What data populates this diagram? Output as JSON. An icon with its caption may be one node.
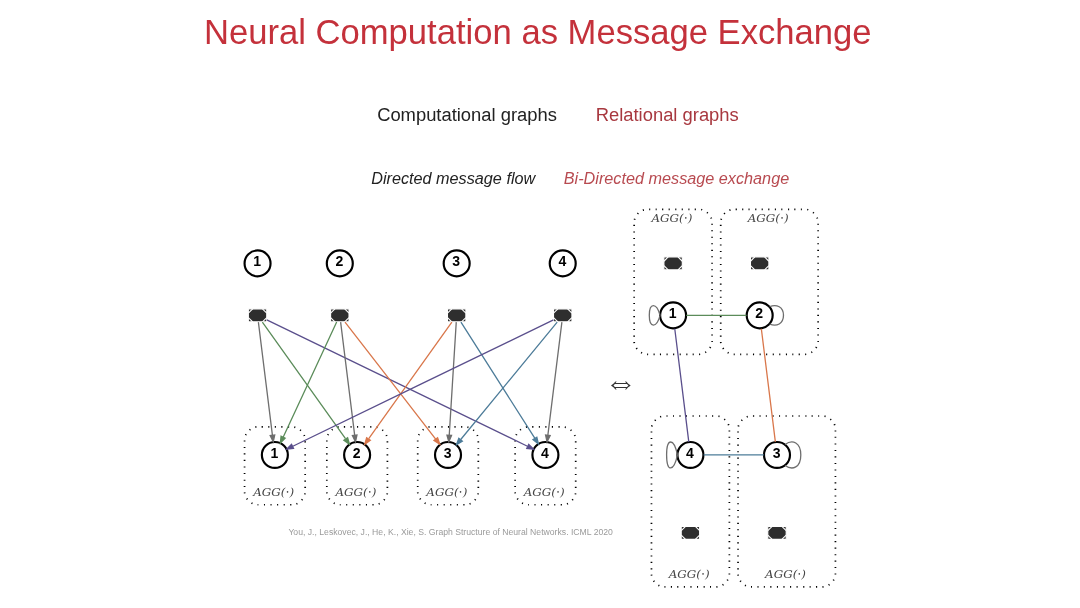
{
  "diagram": {
    "title": "Neural Computation as Message Exchange",
    "nodes": [
      {
        "text": [
          "1"
        ]
      },
      {
        "text": [
          "2"
        ]
      },
      {
        "text": [
          "3"
        ]
      },
      {
        "text": [
          "4"
        ]
      },
      {
        "text": [],
        "shape": "picture"
      },
      {
        "text": [],
        "shape": "picture"
      },
      {
        "text": [],
        "shape": "picture"
      },
      {
        "text": [],
        "shape": "picture"
      },
      {
        "text": [
          "AGG(⋅)"
        ]
      },
      {
        "text": [
          "1"
        ],
        "in": 8
      },
      {
        "text": [
          "AGG(⋅)"
        ]
      },
      {
        "text": [
          "2"
        ],
        "in": 10
      },
      {
        "text": [
          "AGG(⋅)"
        ]
      },
      {
        "text": [
          "3"
        ],
        "in": 12
      },
      {
        "text": [
          "AGG(⋅)"
        ]
      },
      {
        "text": [
          "4"
        ],
        "in": 14
      },
      {
        "text": [
          "AGG(⋅)"
        ]
      },
      {
        "text": [
          "1"
        ],
        "in": 16
      },
      {
        "text": [],
        "shape": "picture",
        "in": 16
      },
      {
        "text": [
          "AGG(⋅)"
        ]
      },
      {
        "text": [
          "2"
        ],
        "in": 19
      },
      {
        "text": [],
        "shape": "picture",
        "in": 19
      },
      {
        "text": [
          "AGG(⋅)"
        ]
      },
      {
        "text": [
          "4"
        ],
        "in": 22
      },
      {
        "text": [],
        "shape": "picture",
        "in": 22
      },
      {
        "text": [
          "AGG(⋅)"
        ]
      },
      {
        "text": [
          "3"
        ],
        "in": 25
      },
      {
        "text": [],
        "shape": "picture",
        "in": 25
      }
    ],
    "edges": [
      {
        "from": 4,
        "to": 9,
        "arrow": "to"
      },
      {
        "from": 4,
        "to": 11,
        "arrow": "to",
        "color": "#5b8c5a"
      },
      {
        "from": 4,
        "to": 15,
        "arrow": "to",
        "color": "#5a4f8c"
      },
      {
        "from": 5,
        "to": 9,
        "arrow": "to",
        "color": "#5b8c5a"
      },
      {
        "from": 5,
        "to": 11,
        "arrow": "to"
      },
      {
        "from": 5,
        "to": 13,
        "arrow": "to",
        "color": "#d9774b"
      },
      {
        "from": 6,
        "to": 11,
        "arrow": "to",
        "color": "#d9774b"
      },
      {
        "from": 6,
        "to": 13,
        "arrow": "to"
      },
      {
        "from": 6,
        "to": 15,
        "arrow": "to",
        "color": "#4d7c99"
      },
      {
        "from": 7,
        "to": 9,
        "arrow": "to",
        "color": "#5a4f8c"
      },
      {
        "from": 7,
        "to": 13,
        "arrow": "to",
        "color": "#4d7c99"
      },
      {
        "from": 7,
        "to": 15,
        "arrow": "to"
      },
      {
        "from": 17,
        "to": 20,
        "arrow": "none",
        "color": "#5b8c5a"
      },
      {
        "from": 20,
        "to": 26,
        "arrow": "none",
        "color": "#d9774b"
      },
      {
        "from": 17,
        "to": 23,
        "arrow": "none",
        "color": "#5a4f8c"
      },
      {
        "from": 23,
        "to": 26,
        "arrow": "none",
        "color": "#4d7c99"
      },
      {
        "from": 17,
        "to": 17,
        "arrow": "none"
      },
      {
        "from": 20,
        "to": 20,
        "arrow": "none"
      },
      {
        "from": 23,
        "to": 23,
        "arrow": "none"
      },
      {
        "from": 26,
        "to": 26,
        "arrow": "none"
      }
    ],
    "labels": [
      "Computational graphs",
      "Directed message flow",
      "Relational graphs",
      "Bi-Directed message exchange",
      "⇔",
      "You, J., Leskovec, J., He, K., Xie, S. Graph Structure of Neural Networks. ICML 2020"
    ]
  }
}
